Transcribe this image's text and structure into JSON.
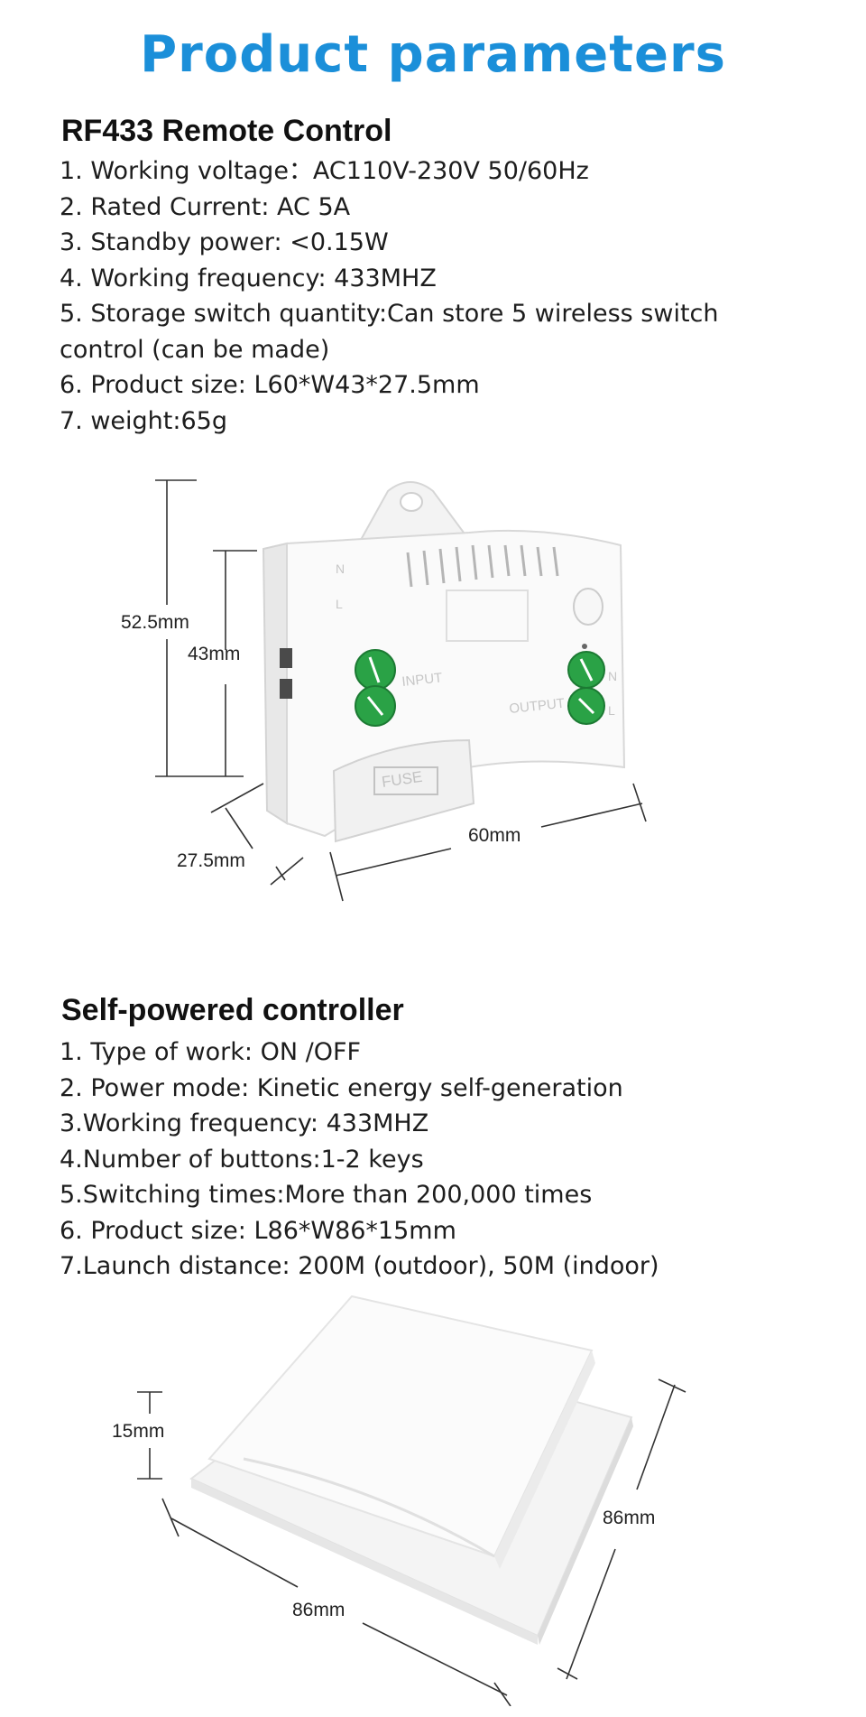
{
  "page_title": "Product parameters",
  "rf433": {
    "heading": "RF433 Remote Control",
    "specs": [
      "1. Working voltage：AC110V-230V 50/60Hz",
      "2. Rated Current: AC 5A",
      "3. Standby power: <0.15W",
      "4. Working frequency: 433MHZ",
      "5. Storage switch quantity:Can store 5 wireless switch control (can be made)",
      "6. Product size: L60*W43*27.5mm",
      "7. weight:65g"
    ],
    "figure": {
      "dim_height_outer": "52.5mm",
      "dim_height_inner": "43mm",
      "dim_depth": "27.5mm",
      "dim_length": "60mm",
      "label_input": "INPUT",
      "label_output": "OUTPUT",
      "label_fuse": "FUSE",
      "label_n_left": "N",
      "label_l_left": "L",
      "label_n_right": "N",
      "label_l_right": "L"
    }
  },
  "self_powered": {
    "heading": "Self-powered controller",
    "specs": [
      "1. Type  of work: ON /OFF",
      "2. Power mode: Kinetic energy self-generation",
      "3.Working frequency: 433MHZ",
      "4.Number of buttons:1-2 keys",
      "5.Switching times:More than 200,000 times",
      "6. Product size: L86*W86*15mm",
      "7.Launch distance: 200M (outdoor), 50M (indoor)"
    ],
    "figure": {
      "dim_thickness": "15mm",
      "dim_width": "86mm",
      "dim_length": "86mm"
    }
  }
}
